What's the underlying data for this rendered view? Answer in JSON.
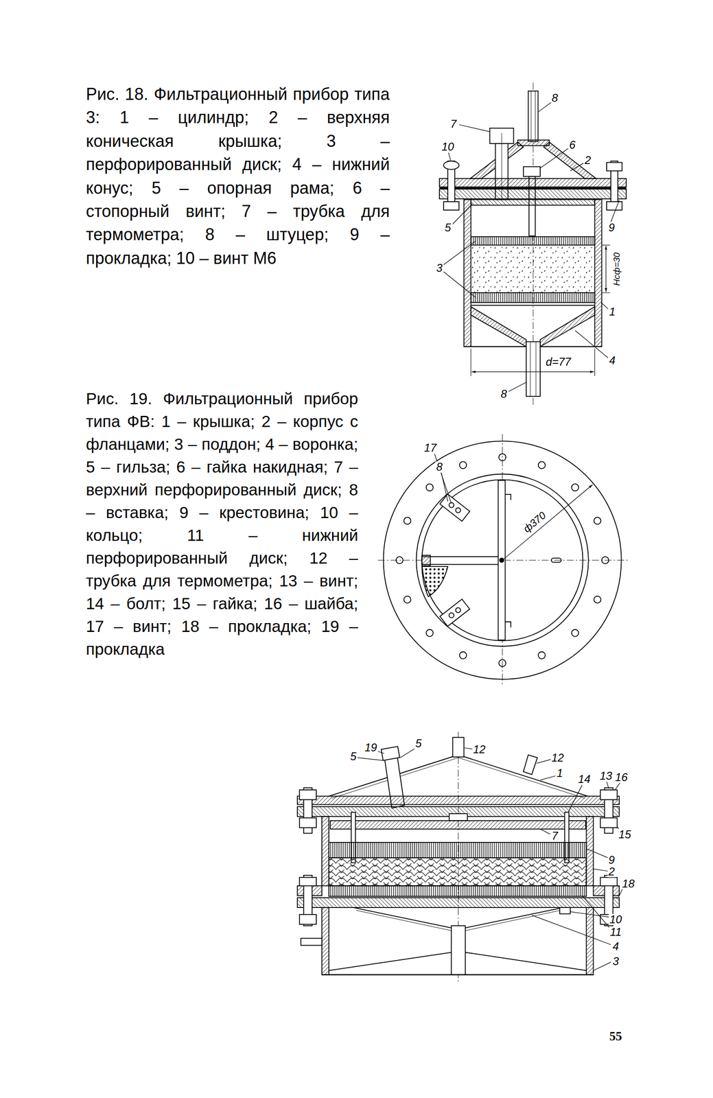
{
  "diagram": {
    "labels": [
      "Рис. 18. Фильтрационный прибор типа 3: 1 – цилиндр; 2 – верхняя коническая крышка; 3 – перфорированный диск; 4 – нижний конус; 5 – опорная рама; 6 – стопорный винт; 7 – трубка для термометра; 8 – штуцер; 9 – прокладка; 10 – винт М6",
      "8",
      "7",
      "10",
      "6",
      "2",
      "9",
      "5",
      "3",
      "Нсф=30",
      "1",
      "d=77",
      "4",
      "8",
      "Рис. 19. Фильтрационный прибор типа ФВ: 1 – крышка; 2 – корпус с фланцами; 3 – поддон; 4 – воронка; 5 – гильза; 6 – гайка накидная; 7 – верхний перфорированный диск; 8 – вставка; 9 – крестовина; 10 – кольцо; 11 – нижний перфорированный диск; 12 – трубка для термометра; 13 – винт; 14 – болт; 15 – гайка; 16 – шайба; 17 – винт; 18 – прокладка; 19 – прокладка",
      "17",
      "8",
      "ф370",
      "5",
      "19",
      "5",
      "12",
      "12",
      "1",
      "14",
      "13",
      "16",
      "7",
      "15",
      "9",
      "2",
      "18",
      "10",
      "11",
      "4",
      "3",
      "55"
    ]
  }
}
